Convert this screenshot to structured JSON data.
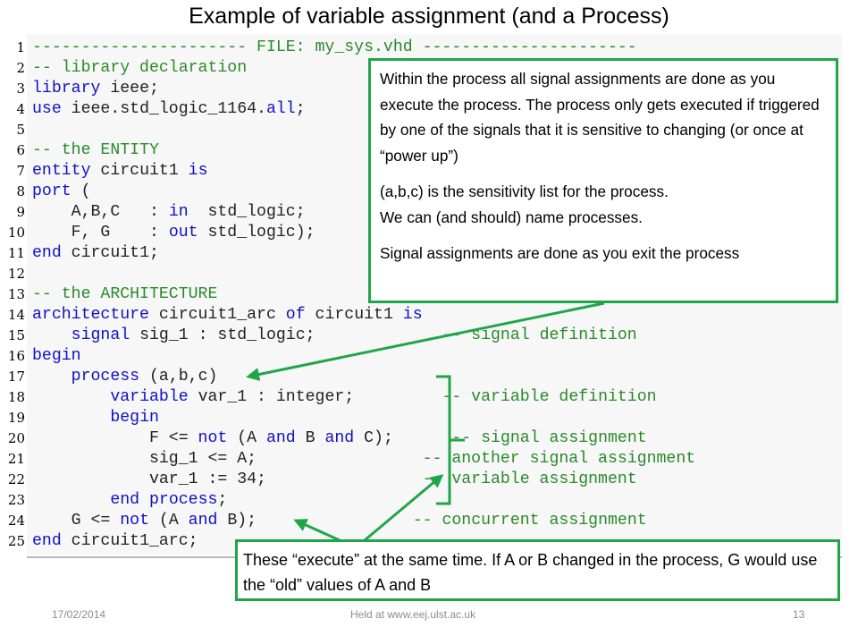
{
  "title": "Example of variable assignment (and a Process)",
  "code": {
    "line_numbers": [
      "1",
      "2",
      "3",
      "4",
      "5",
      "6",
      "7",
      "8",
      "9",
      "10",
      "11",
      "12",
      "13",
      "14",
      "15",
      "16",
      "17",
      "18",
      "19",
      "20",
      "21",
      "22",
      "23",
      "24",
      "25"
    ],
    "lines": [
      [
        {
          "t": "---------------------- FILE: my_sys.vhd ----------------------",
          "c": "cm"
        }
      ],
      [
        {
          "t": "-- library declaration",
          "c": "cm"
        }
      ],
      [
        {
          "t": "library",
          "c": "kw"
        },
        {
          "t": " ieee;",
          "c": ""
        }
      ],
      [
        {
          "t": "use",
          "c": "kw"
        },
        {
          "t": " ieee.std_logic_1164.",
          "c": ""
        },
        {
          "t": "all",
          "c": "kw"
        },
        {
          "t": ";",
          "c": ""
        }
      ],
      [],
      [
        {
          "t": "-- the ENTITY",
          "c": "cm"
        }
      ],
      [
        {
          "t": "entity",
          "c": "kw"
        },
        {
          "t": " circuit1 ",
          "c": ""
        },
        {
          "t": "is",
          "c": "kw"
        }
      ],
      [
        {
          "t": "port",
          "c": "kw"
        },
        {
          "t": " (",
          "c": ""
        }
      ],
      [
        {
          "t": "    A,B,C   : ",
          "c": ""
        },
        {
          "t": "in",
          "c": "kw"
        },
        {
          "t": "  std_logic;",
          "c": ""
        }
      ],
      [
        {
          "t": "    F, G    : ",
          "c": ""
        },
        {
          "t": "out",
          "c": "kw"
        },
        {
          "t": " std_logic);",
          "c": ""
        }
      ],
      [
        {
          "t": "end",
          "c": "kw"
        },
        {
          "t": " circuit1;",
          "c": ""
        }
      ],
      [],
      [
        {
          "t": "-- the ARCHITECTURE",
          "c": "cm"
        }
      ],
      [
        {
          "t": "architecture",
          "c": "kw"
        },
        {
          "t": " circuit1_arc ",
          "c": ""
        },
        {
          "t": "of",
          "c": "kw"
        },
        {
          "t": " circuit1 ",
          "c": ""
        },
        {
          "t": "is",
          "c": "kw"
        }
      ],
      [
        {
          "t": "    ",
          "c": ""
        },
        {
          "t": "signal",
          "c": "kw"
        },
        {
          "t": " sig_1 : std_logic;             ",
          "c": ""
        },
        {
          "t": "-- signal definition",
          "c": "cm"
        }
      ],
      [
        {
          "t": "begin",
          "c": "kw"
        }
      ],
      [
        {
          "t": "    ",
          "c": ""
        },
        {
          "t": "process",
          "c": "kw"
        },
        {
          "t": " (a,b,c)",
          "c": ""
        }
      ],
      [
        {
          "t": "        ",
          "c": ""
        },
        {
          "t": "variable",
          "c": "kw"
        },
        {
          "t": " var_1 : integer;         ",
          "c": ""
        },
        {
          "t": "-- variable definition",
          "c": "cm"
        }
      ],
      [
        {
          "t": "        ",
          "c": ""
        },
        {
          "t": "begin",
          "c": "kw"
        }
      ],
      [
        {
          "t": "            F <= ",
          "c": ""
        },
        {
          "t": "not",
          "c": "kw"
        },
        {
          "t": " (A ",
          "c": ""
        },
        {
          "t": "and",
          "c": "kw"
        },
        {
          "t": " B ",
          "c": ""
        },
        {
          "t": "and",
          "c": "kw"
        },
        {
          "t": " C);      ",
          "c": ""
        },
        {
          "t": "-- signal assignment",
          "c": "cm"
        }
      ],
      [
        {
          "t": "            sig_1 <= A;                 ",
          "c": ""
        },
        {
          "t": "-- another signal assignment",
          "c": "cm"
        }
      ],
      [
        {
          "t": "            var_1 := 34;                ",
          "c": ""
        },
        {
          "t": "-- variable assignment",
          "c": "cm"
        }
      ],
      [
        {
          "t": "        ",
          "c": ""
        },
        {
          "t": "end",
          "c": "kw"
        },
        {
          "t": " ",
          "c": ""
        },
        {
          "t": "process",
          "c": "kw"
        },
        {
          "t": ";",
          "c": ""
        }
      ],
      [
        {
          "t": "    G <= ",
          "c": ""
        },
        {
          "t": "not",
          "c": "kw"
        },
        {
          "t": " (A ",
          "c": ""
        },
        {
          "t": "and",
          "c": "kw"
        },
        {
          "t": " B);                ",
          "c": ""
        },
        {
          "t": "-- concurrent assignment",
          "c": "cm"
        }
      ],
      [
        {
          "t": "end",
          "c": "kw"
        },
        {
          "t": " circuit1_arc;",
          "c": ""
        }
      ]
    ]
  },
  "callout_top": {
    "paragraphs": [
      "Within the process all signal assignments are done as you execute the process. The process only gets executed if triggered by one of the signals that it is sensitive to changing (or once at “power up”)",
      "(a,b,c) is the sensitivity list for the process.",
      "We can (and should) name processes.",
      "Signal assignments are done as you exit the process"
    ]
  },
  "callout_bottom": {
    "text": " These “execute” at the same time.  If A or B changed in the process, G would use the “old” values of A and B"
  },
  "footer": {
    "date": "17/02/2014",
    "center": "Held at www.eej.ulst.ac.uk",
    "page": "13"
  },
  "colors": {
    "keyword": "#1010c8",
    "comment": "#2a8a2a",
    "annotation": "#1fa64a"
  }
}
